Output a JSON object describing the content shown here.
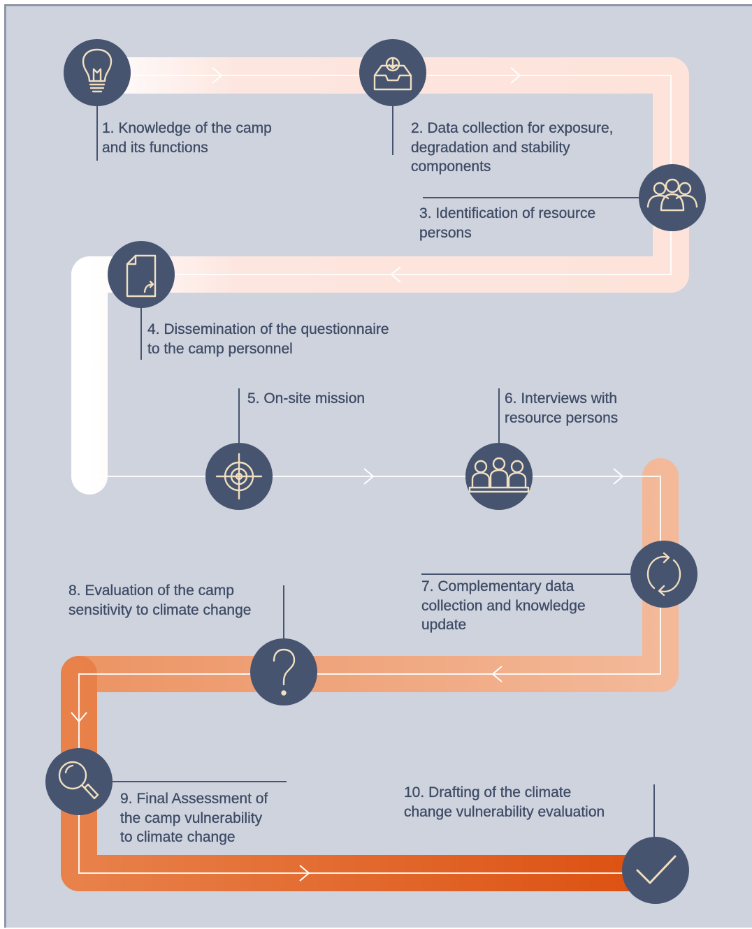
{
  "colors": {
    "background": "#cfd3de",
    "node_fill": "#465470",
    "icon_stroke": "#f1dfc0",
    "text": "#3c4a64",
    "path_light": "#fde6e0",
    "path_mid": "#f3bc9c",
    "path_dark": "#df5417"
  },
  "steps": [
    {
      "id": "step1",
      "label": "1. Knowledge of the camp\nand its functions",
      "icon": "lightbulb-icon"
    },
    {
      "id": "step2",
      "label": "2. Data collection for exposure,\ndegradation and stability\ncomponents",
      "icon": "inbox-download-icon"
    },
    {
      "id": "step3",
      "label": "3. Identification of resource\npersons",
      "icon": "people-group-icon"
    },
    {
      "id": "step4",
      "label": "4. Dissemination of the questionnaire\nto the camp personnel",
      "icon": "document-share-icon"
    },
    {
      "id": "step5",
      "label": "5. On-site mission",
      "icon": "target-icon"
    },
    {
      "id": "step6",
      "label": "6. Interviews with\nresource persons",
      "icon": "meeting-icon"
    },
    {
      "id": "step7",
      "label": "7. Complementary data\ncollection and knowledge\nupdate",
      "icon": "refresh-icon"
    },
    {
      "id": "step8",
      "label": "8. Evaluation of the camp\nsensitivity to climate change",
      "icon": "question-mark-icon"
    },
    {
      "id": "step9",
      "label": "9. Final Assessment of\nthe camp vulnerability\nto climate change",
      "icon": "magnifier-icon"
    },
    {
      "id": "step10",
      "label": "10. Drafting of the climate\nchange vulnerability evaluation",
      "icon": "checkmark-icon"
    }
  ]
}
